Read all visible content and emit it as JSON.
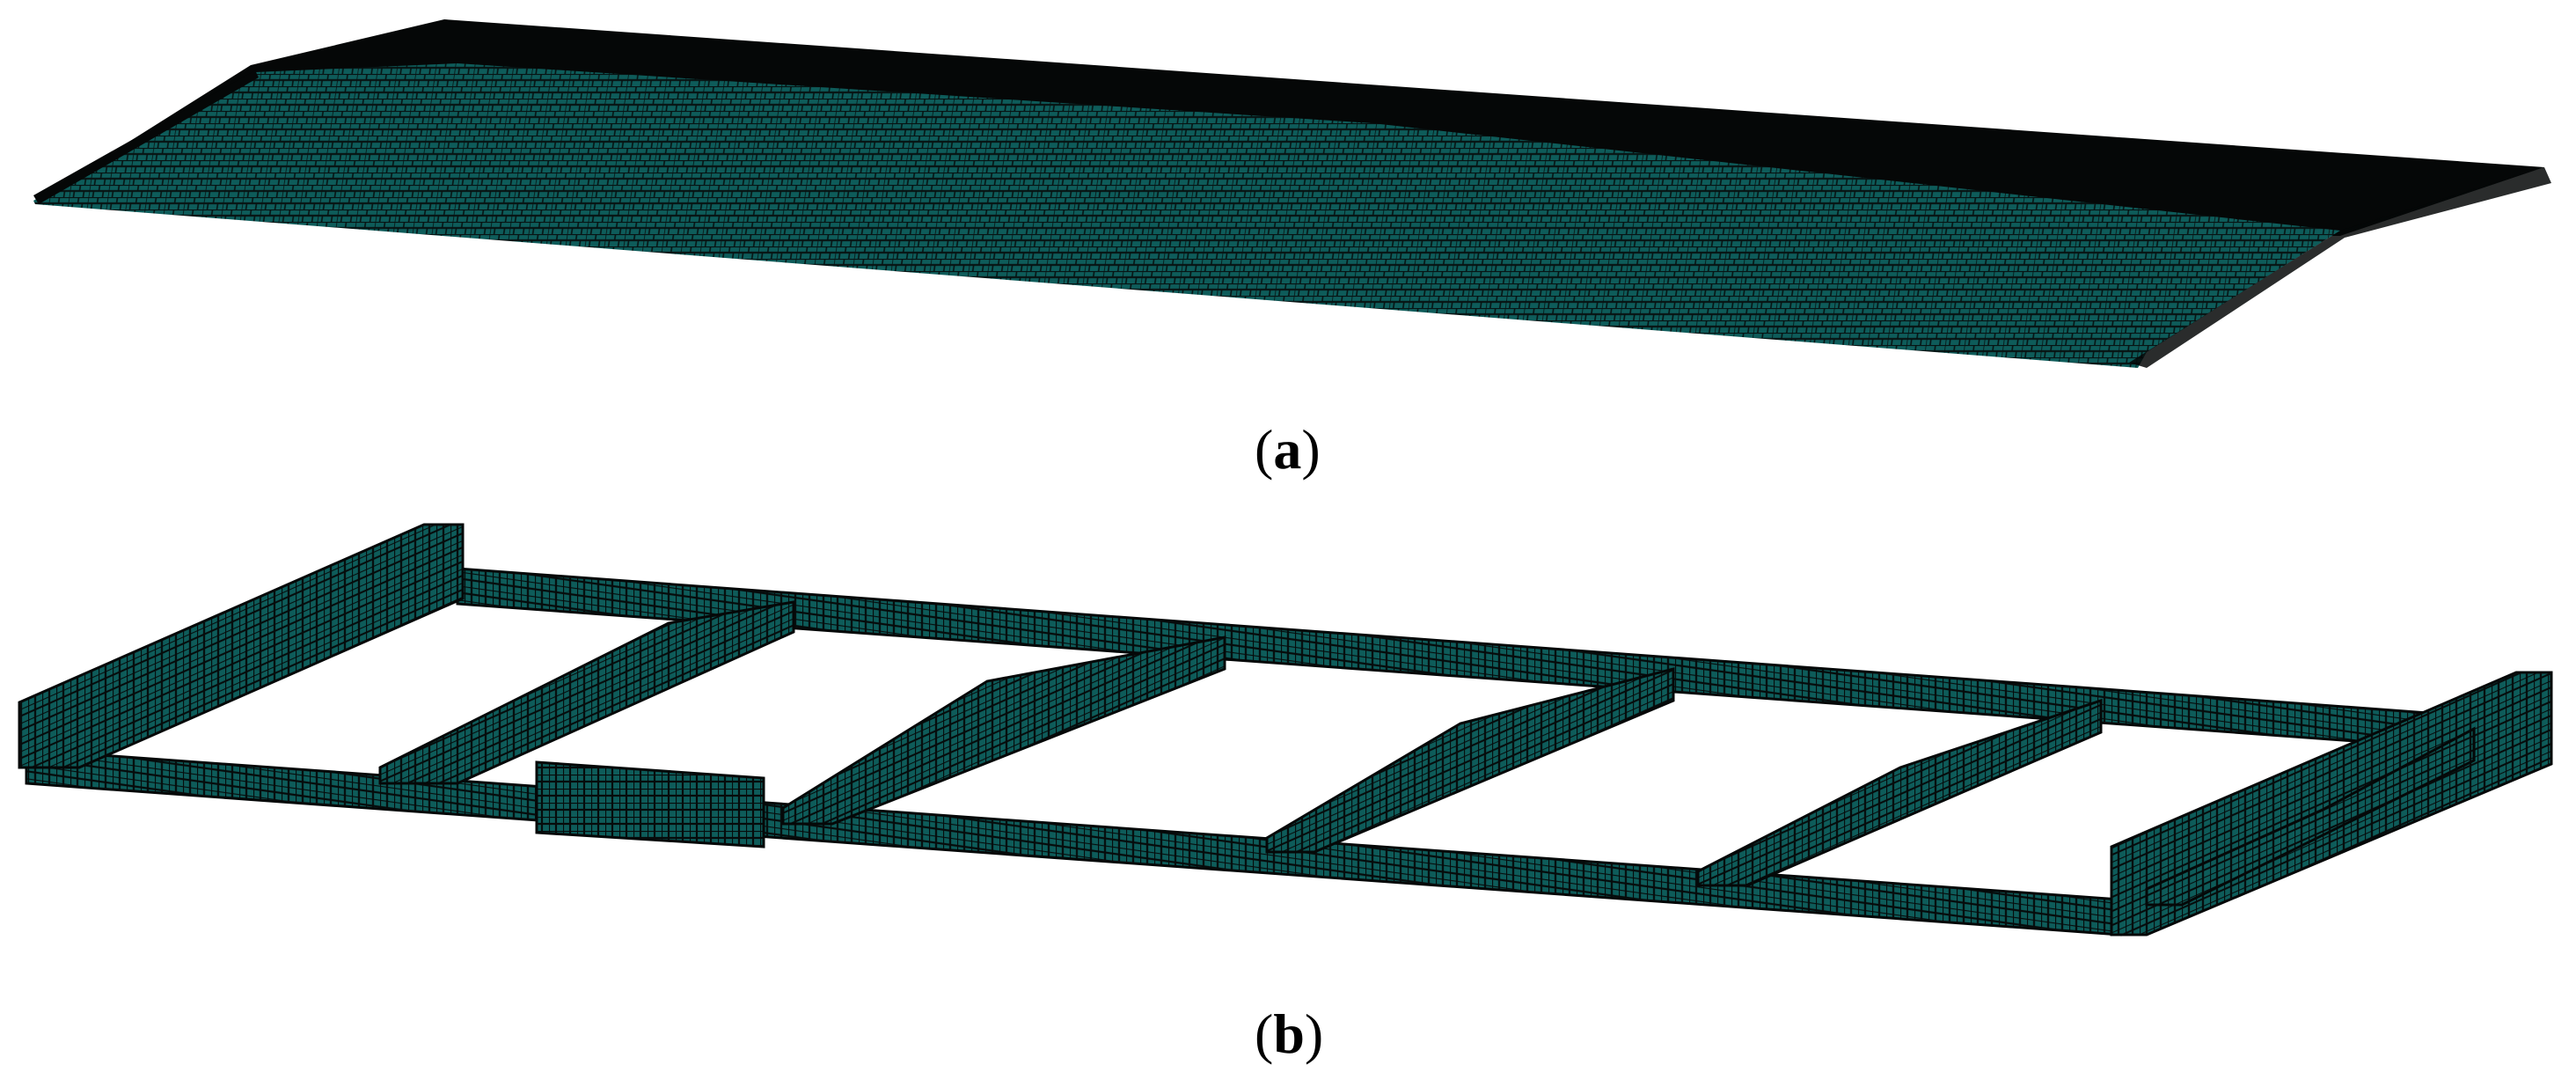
{
  "figure": {
    "panels": [
      {
        "id": "a",
        "label_open": "(",
        "label_letter": "a",
        "label_close": ")"
      },
      {
        "id": "b",
        "label_open": "(",
        "label_letter": "b",
        "label_close": ")"
      }
    ]
  },
  "colors": {
    "background": "#ffffff",
    "mesh_fill": "#0e5c5a",
    "mesh_line": "#0a0f0f",
    "plate_dark": "#050707"
  }
}
